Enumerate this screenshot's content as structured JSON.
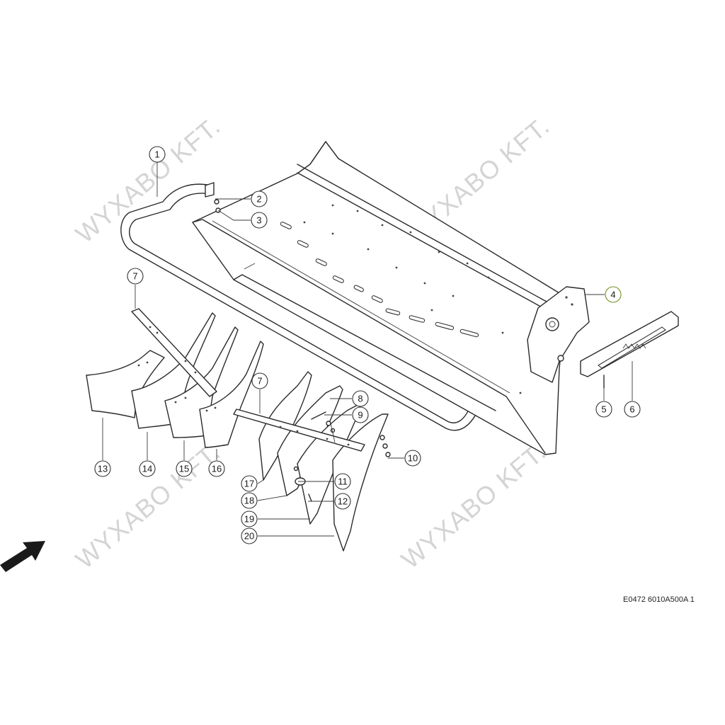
{
  "watermark": "WYXABO KFT.",
  "reference_code": "E0472 6010A500A 1",
  "highlight_color": "#9bbb3b",
  "callouts": {
    "c1": "1",
    "c2": "2",
    "c3": "3",
    "c4": "4",
    "c5": "5",
    "c6": "6",
    "c7a": "7",
    "c7b": "7",
    "c8": "8",
    "c9": "9",
    "c10": "10",
    "c11": "11",
    "c12": "12",
    "c13": "13",
    "c14": "14",
    "c15": "15",
    "c16": "16",
    "c17": "17",
    "c18": "18",
    "c19": "19",
    "c20": "20"
  },
  "highlighted_callout": "4",
  "icons": {
    "direction_arrow": "arrow-up-right-icon"
  }
}
